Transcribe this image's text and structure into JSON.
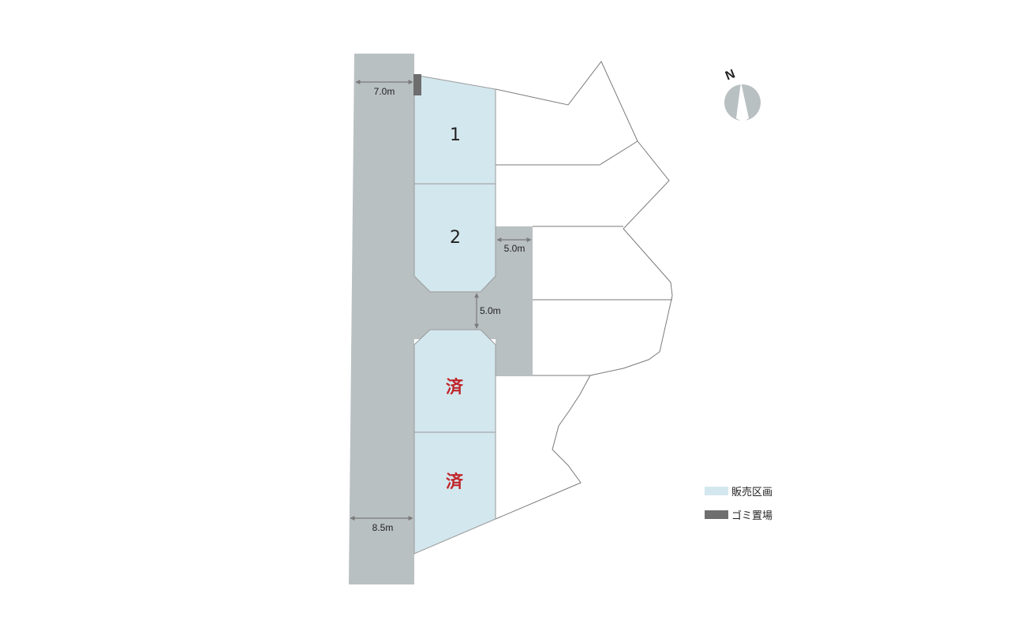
{
  "colors": {
    "road": "#b9c0c2",
    "lot_for_sale": "#d3e7ee",
    "garbage": "#6e6e6e",
    "outline": "#7a7a7a",
    "sold_text": "#c0252b",
    "compass": "#b9c0c2"
  },
  "compass": {
    "label": "N"
  },
  "lots": [
    {
      "label": "1",
      "status": "for-sale"
    },
    {
      "label": "2",
      "status": "for-sale"
    },
    {
      "label": "済",
      "status": "sold"
    },
    {
      "label": "済",
      "status": "sold"
    }
  ],
  "dimensions": {
    "road_top_width": "7.0m",
    "road_bottom_width": "8.5m",
    "side_road_width": "5.0m",
    "gap_width": "5.0m"
  },
  "legend": {
    "sale_area": "販売区画",
    "garbage_area": "ゴミ置場"
  }
}
